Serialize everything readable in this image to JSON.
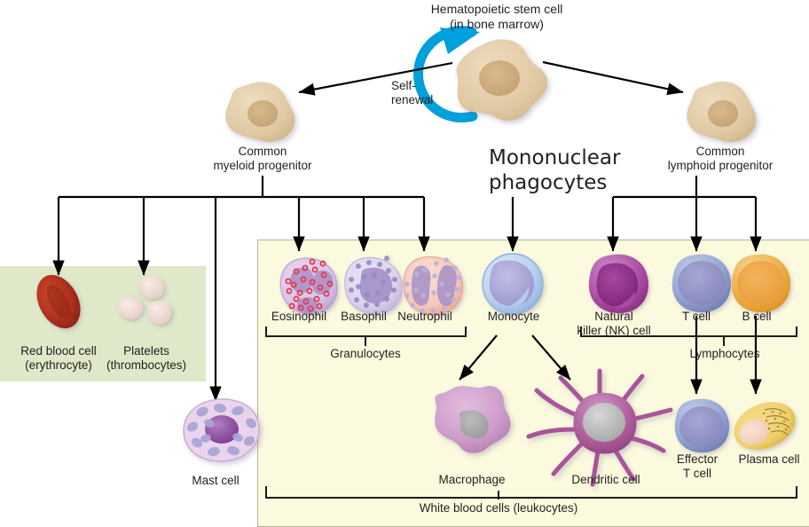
{
  "diagram": {
    "title_top": "Hematopoietic stem cell",
    "title_top_sub": "(in bone marrow)",
    "self_renewal_line1": "Self-",
    "self_renewal_line2": "renewal",
    "section_heading_line1": "Mononuclear",
    "section_heading_line2": "phagocytes",
    "progenitor_myeloid_line1": "Common",
    "progenitor_myeloid_line2": "myeloid progenitor",
    "progenitor_lymphoid_line1": "Common",
    "progenitor_lymphoid_line2": "lymphoid progenitor",
    "erythrocyte_line1": "Red blood cell",
    "erythrocyte_line2": "(erythrocyte)",
    "platelets_line1": "Platelets",
    "platelets_line2": "(thrombocytes)",
    "mast_cell": "Mast cell",
    "eosinophil": "Eosinophil",
    "basophil": "Basophil",
    "neutrophil": "Neutrophil",
    "granulocytes": "Granulocytes",
    "monocyte": "Monocyte",
    "macrophage": "Macrophage",
    "dendritic_cell": "Dendritic cell",
    "nk_line1": "Natural",
    "nk_line2": "killer (NK) cell",
    "t_cell": "T cell",
    "b_cell": "B cell",
    "lymphocytes": "Lymphocytes",
    "effector_t_line1": "Effector",
    "effector_t_line2": "T cell",
    "plasma_cell": "Plasma cell",
    "leukocytes_caption": "White blood cells (leukocytes)"
  },
  "colors": {
    "self_renewal_arrow": "#00a0dd",
    "panel_green": "#dfe8c8",
    "panel_yellow": "#fbfade",
    "panel_yellow_border": "#b5b596",
    "stem_cell_body": "#e0c9a4",
    "stem_cell_nucleus": "#cfae7e",
    "erythrocyte": "#b4341f",
    "platelet": "#efd9d2",
    "mast_cell_body": "#e9d4ec",
    "mast_cell_nucleus": "#8e4fa0",
    "eosinophil_body": "#d9c4e6",
    "eosinophil_granule": "#e8344e",
    "basophil_body": "#ded2ec",
    "basophil_granule": "#8d8fc4",
    "neutrophil_body": "#f6c9bd",
    "monocyte_body": "#bcd3ef",
    "monocyte_nucleus": "#a9a5d6",
    "macrophage": "#cf9ecb",
    "dendritic_cell": "#b0609c",
    "nk_cell": "#a8479f",
    "t_cell": "#8e9ccc",
    "b_cell": "#efb14a",
    "plasma_cell": "#f0cf6a",
    "text": "#231f20",
    "line": "#000000"
  }
}
